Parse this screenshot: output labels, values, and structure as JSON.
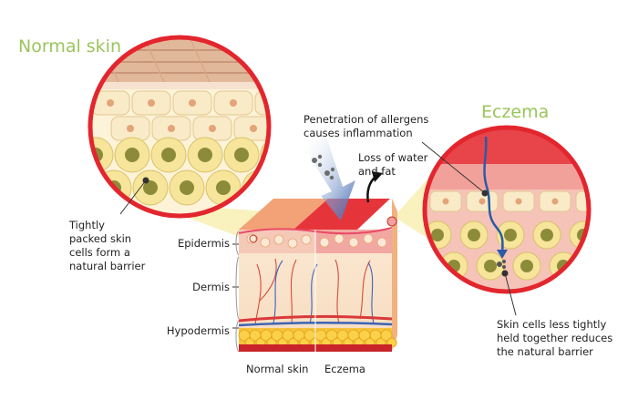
{
  "titles": {
    "normal": "Normal skin",
    "eczema": "Eczema"
  },
  "labels": {
    "epidermis": "Epidermis",
    "dermis": "Dermis",
    "hypodermis": "Hypodermis",
    "bottom_normal": "Normal skin",
    "bottom_eczema": "Eczema",
    "penetration": "Penetration of allergens\ncauses inflammation",
    "loss": "Loss of water\nand fat",
    "tightly": "Tightly\npacked skin\ncells form a\nnatural barrier",
    "less_tightly": "Skin cells less tightly\nheld together reduces\nthe natural barrier"
  },
  "colors": {
    "title_green": "#9bc45a",
    "circle_red": "#e3262e",
    "zoom_yellow": "#f8f0b4",
    "arrow_blue": "#2b5aa6"
  }
}
